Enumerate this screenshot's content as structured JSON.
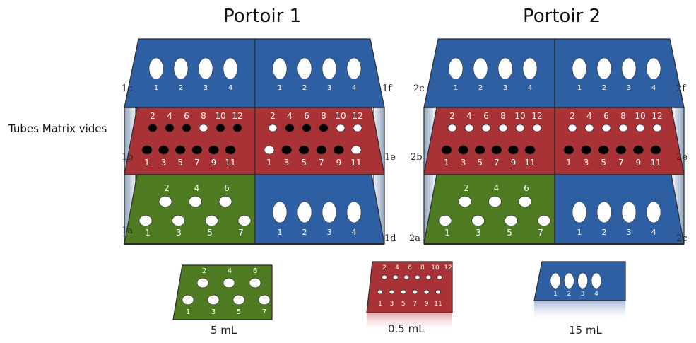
{
  "rack1": {
    "title": "Portoir 1",
    "top_left_label": "1c",
    "top_right_label": "1f",
    "mid_left_label": "1b",
    "mid_right_label": "1e",
    "bot_left_label": "1a",
    "bot_right_label": "1d",
    "top_left_tubes": [
      "1",
      "2",
      "3",
      "4"
    ],
    "top_right_tubes": [
      "1",
      "2",
      "3",
      "4"
    ],
    "mid_left_top_row": [
      "2",
      "4",
      "6",
      "8",
      "10",
      "12"
    ],
    "mid_left_bottom_row": [
      "1",
      "3",
      "5",
      "7",
      "9",
      "11"
    ],
    "mid_right_top_row": [
      "2",
      "4",
      "6",
      "8",
      "10",
      "12"
    ],
    "mid_right_bottom_row": [
      "1",
      "3",
      "5",
      "7",
      "9",
      "11"
    ],
    "bot_left_top_row": [
      "2",
      "4",
      "6"
    ],
    "bot_left_bottom_row": [
      "1",
      "3",
      "5",
      "7"
    ],
    "bot_right_tubes": [
      "1",
      "2",
      "3",
      "4"
    ]
  },
  "rack2": {
    "title": "Portoir 2",
    "top_left_label": "2c",
    "top_right_label": "2f",
    "mid_left_label": "2b",
    "mid_right_label": "2e",
    "bot_left_label": "2a",
    "bot_right_label": "2c",
    "top_left_tubes": [
      "1",
      "2",
      "3",
      "4"
    ],
    "top_right_tubes": [
      "1",
      "2",
      "3",
      "4"
    ],
    "mid_left_top_row": [
      "2",
      "4",
      "6",
      "8",
      "10",
      "12"
    ],
    "mid_left_bottom_row": [
      "1",
      "3",
      "5",
      "7",
      "9",
      "11"
    ],
    "mid_right_top_row": [
      "2",
      "4",
      "6",
      "8",
      "10",
      "12"
    ],
    "mid_right_bottom_row": [
      "1",
      "3",
      "5",
      "7",
      "9",
      "11"
    ],
    "bot_left_top_row": [
      "2",
      "4",
      "6"
    ],
    "bot_left_bottom_row": [
      "1",
      "3",
      "5",
      "7"
    ],
    "bot_right_tubes": [
      "1",
      "2",
      "3",
      "4"
    ]
  },
  "note": "Tubes Matrix vides",
  "legend": {
    "green": {
      "label": "5 mL",
      "top_row": [
        "2",
        "4",
        "6"
      ],
      "bottom_row": [
        "1",
        "3",
        "5",
        "7"
      ]
    },
    "red": {
      "label": "0.5 mL",
      "top_row": [
        "2",
        "4",
        "6",
        "8",
        "10",
        "12"
      ],
      "bottom_row": [
        "1",
        "3",
        "5",
        "7",
        "9",
        "11"
      ]
    },
    "blue": {
      "label": "15 mL",
      "tubes": [
        "1",
        "2",
        "3",
        "4"
      ]
    }
  },
  "colors": {
    "blue": "#2e5fa3",
    "red": "#a83236",
    "green": "#4e7a22",
    "frame": "#c9d2df",
    "tube_white": "#ffffff",
    "tube_black": "#000000"
  }
}
